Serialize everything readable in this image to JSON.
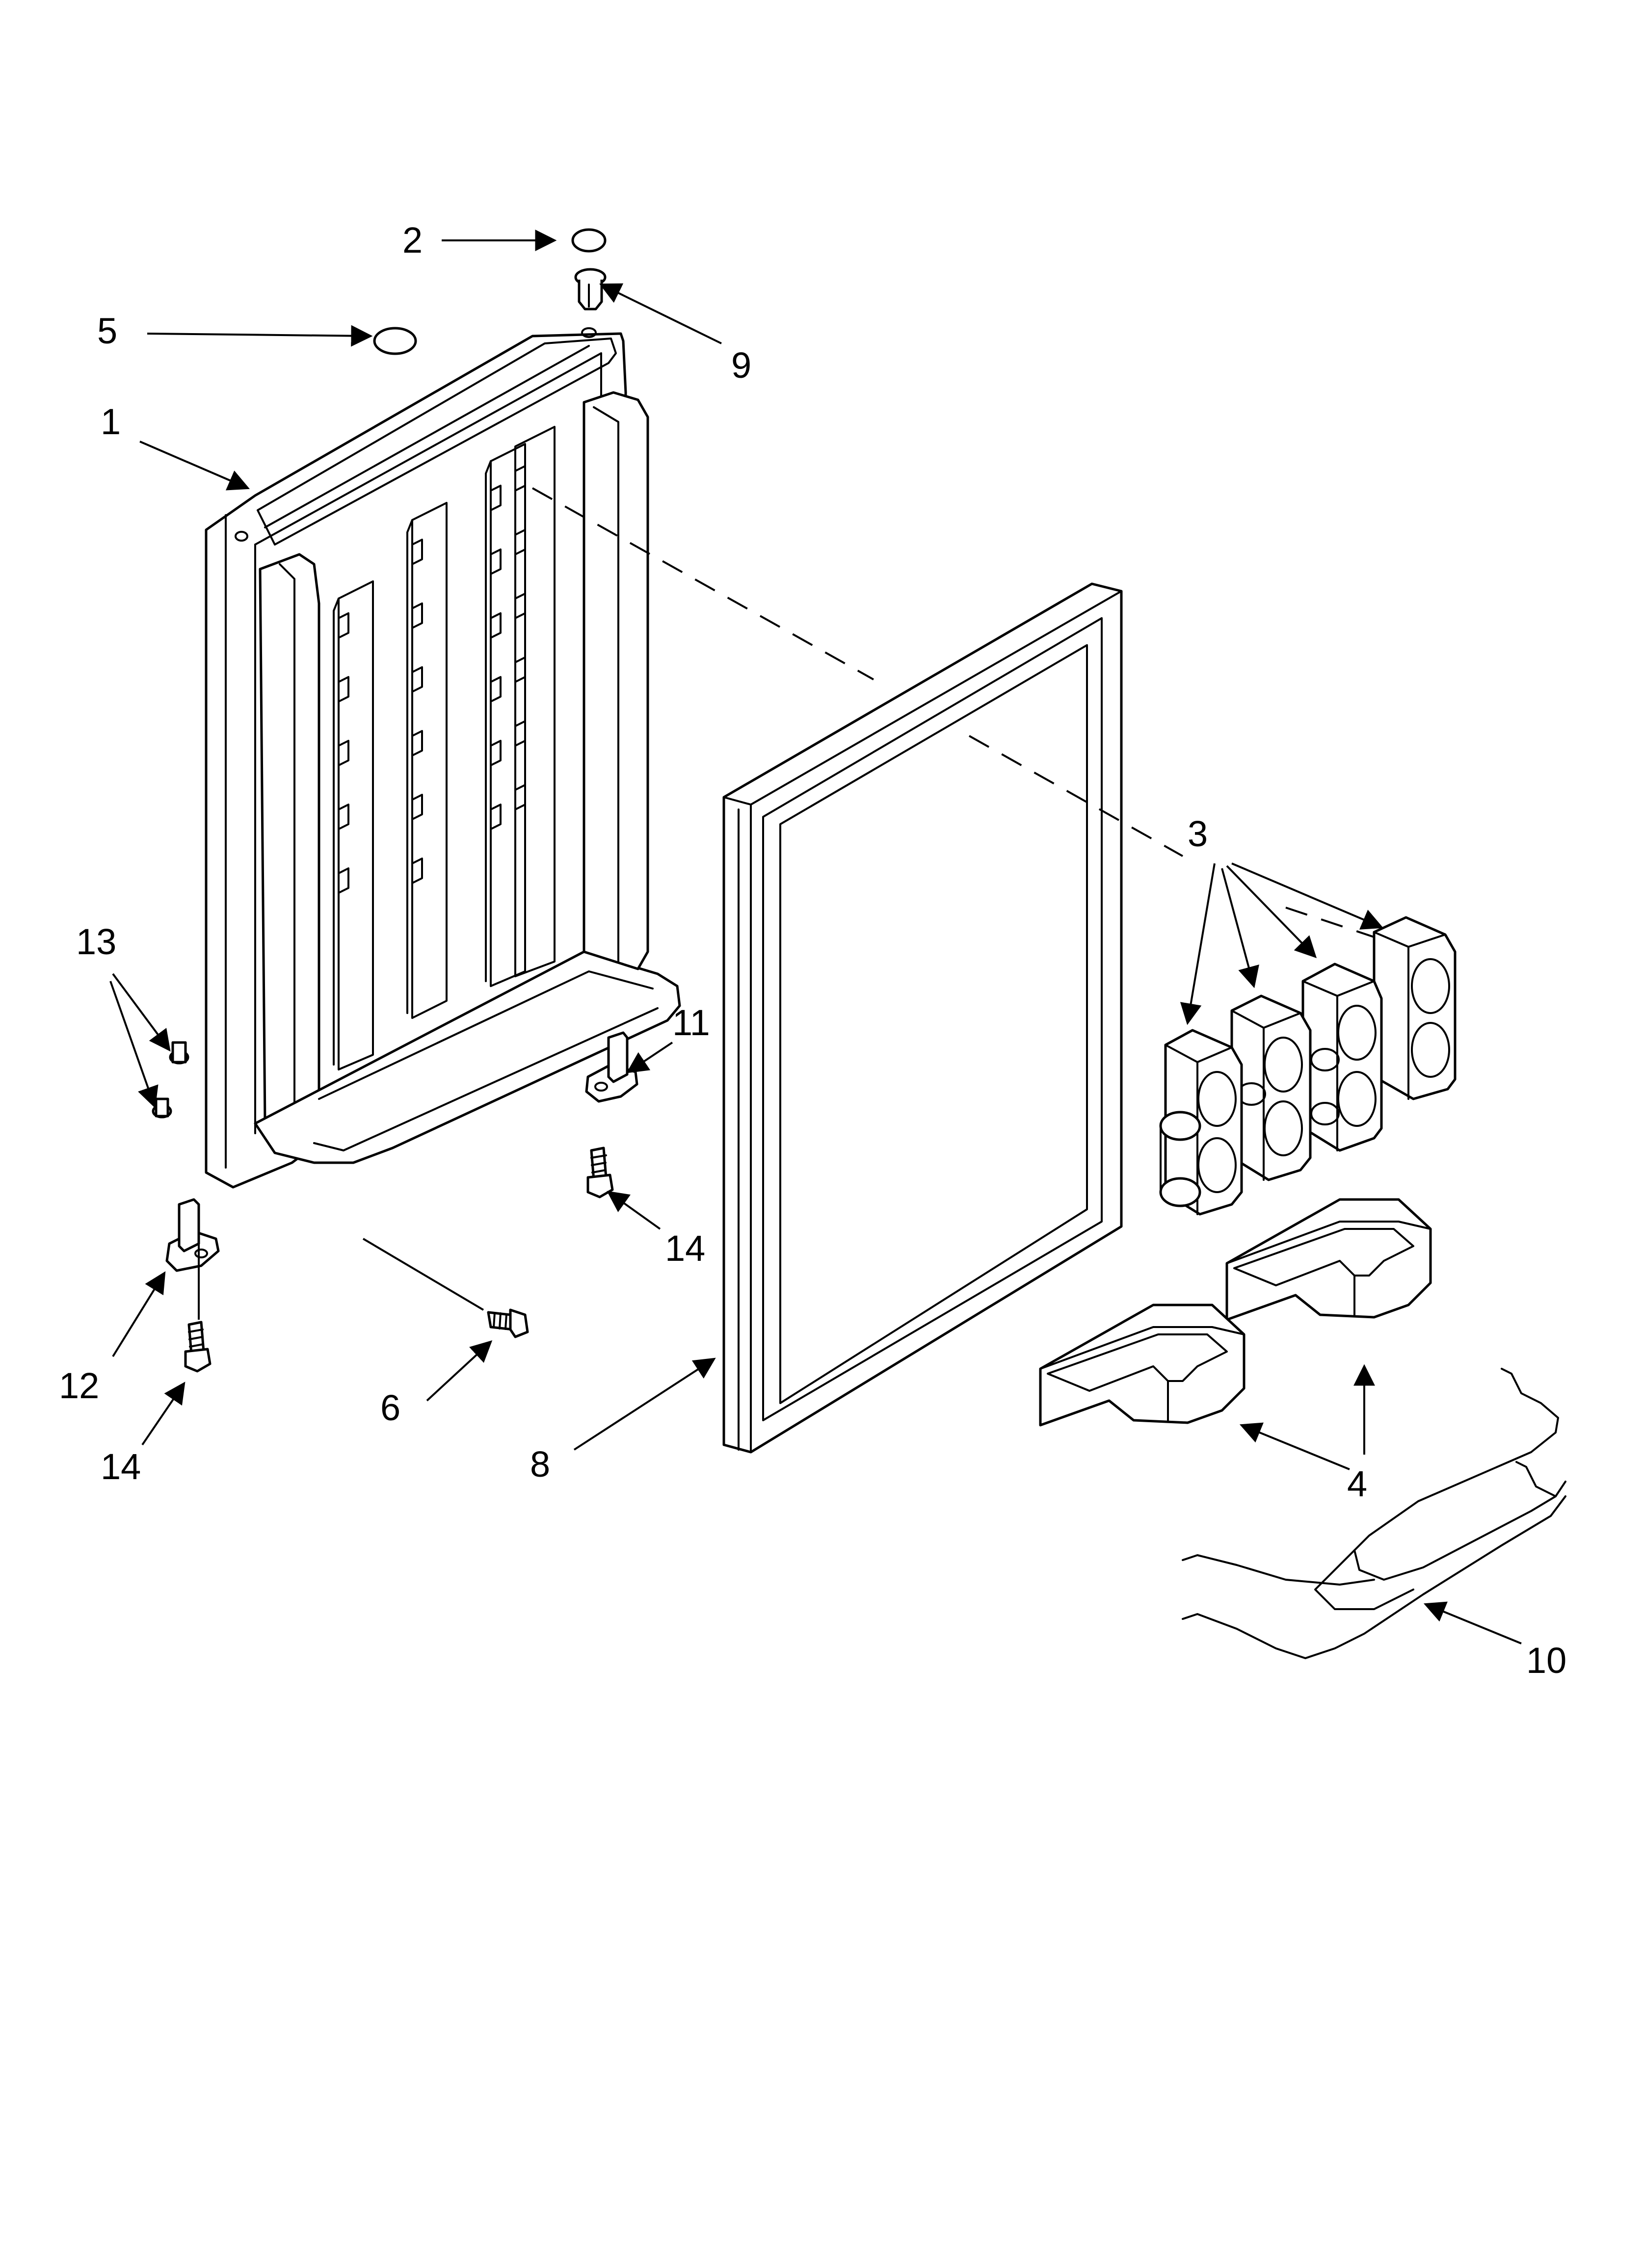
{
  "diagram": {
    "callouts": [
      {
        "id": "c1",
        "label": "1"
      },
      {
        "id": "c2",
        "label": "2"
      },
      {
        "id": "c3",
        "label": "3"
      },
      {
        "id": "c4",
        "label": "4"
      },
      {
        "id": "c5",
        "label": "5"
      },
      {
        "id": "c6",
        "label": "6"
      },
      {
        "id": "c8",
        "label": "8"
      },
      {
        "id": "c9",
        "label": "9"
      },
      {
        "id": "c10",
        "label": "10"
      },
      {
        "id": "c11",
        "label": "11"
      },
      {
        "id": "c12",
        "label": "12"
      },
      {
        "id": "c13",
        "label": "13"
      },
      {
        "id": "c14a",
        "label": "14"
      },
      {
        "id": "c14b",
        "label": "14"
      }
    ]
  }
}
